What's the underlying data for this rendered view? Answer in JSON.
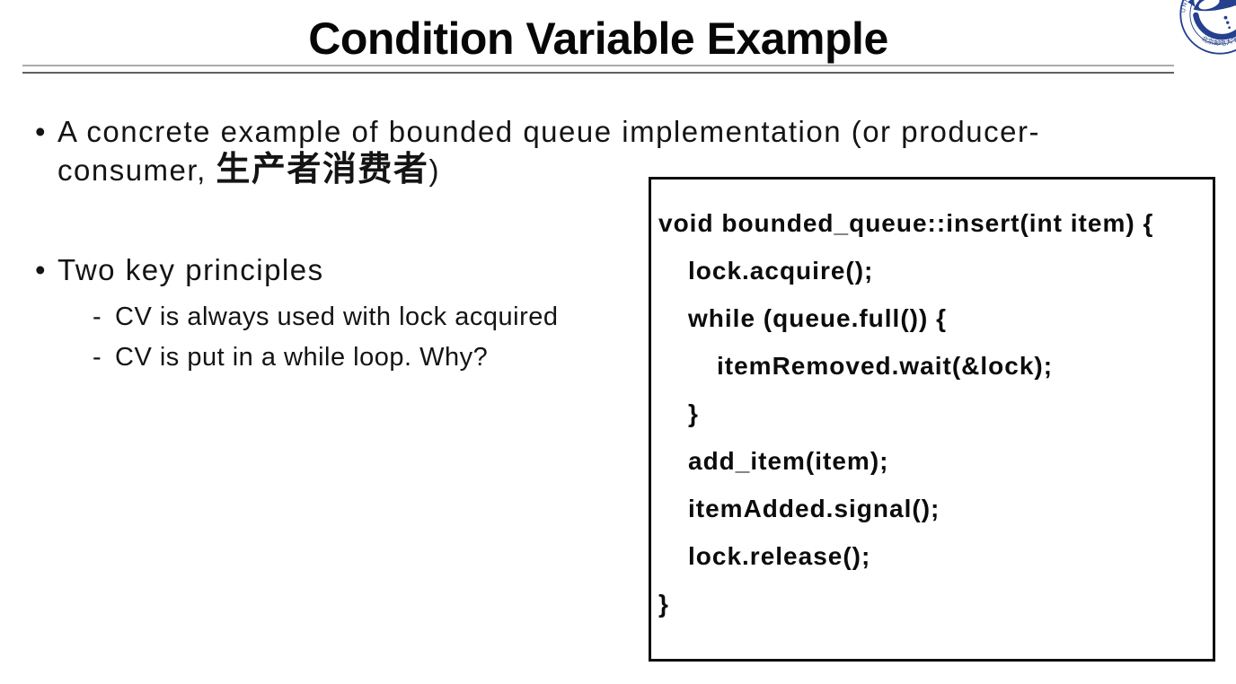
{
  "slide": {
    "title": "Condition Variable Example",
    "bullet_marker": "•",
    "sub_marker": "-",
    "bullet1": {
      "line1": "A concrete example of bounded queue implementation (or producer-",
      "line2_en": "consumer, ",
      "line2_cjk": "生产者消费者",
      "line2_close": ")"
    },
    "bullet2": {
      "heading": "Two key principles",
      "sub_items": [
        "CV is always used with lock acquired",
        "CV is put in a while loop. Why?"
      ]
    },
    "code_panel": {
      "lines": [
        "void bounded_queue::insert(int item) {",
        "lock.acquire();",
        "while (queue.full()) {",
        "itemRemoved.wait(&lock);",
        "}",
        "add_item(item);",
        "itemAdded.signal();",
        "lock.release();",
        "}"
      ]
    },
    "logo": {
      "ring_text_top": "UNIVERSITY",
      "ring_text_bottom": "北京邮电大学",
      "color": "#24408e"
    },
    "colors": {
      "text": "#141414",
      "rule_light": "#ababab",
      "rule_dark": "#616161",
      "logo_navy": "#24408e"
    }
  }
}
